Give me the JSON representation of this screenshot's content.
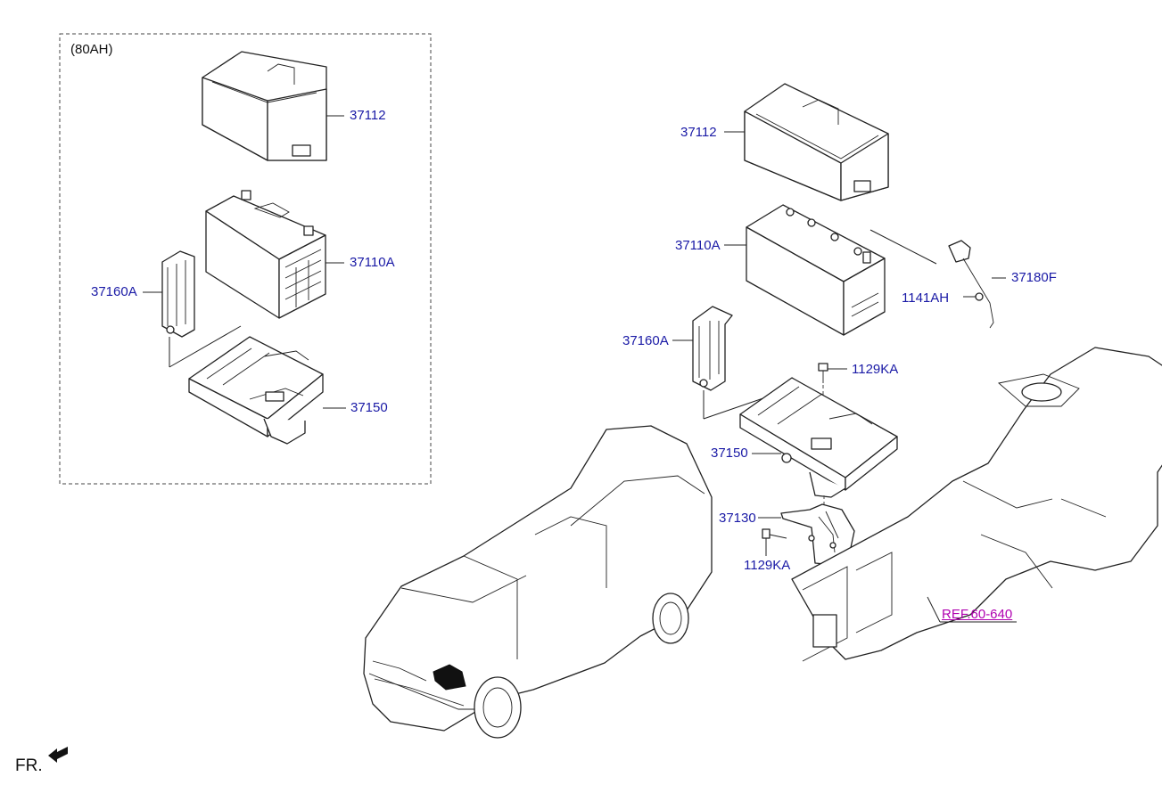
{
  "diagram": {
    "variant_label": "(80AH)",
    "front_indicator": "FR.",
    "callouts_variant": {
      "tray_cover": "37112",
      "battery": "37110A",
      "clamp": "37160A",
      "tray": "37150"
    },
    "callouts_main": {
      "tray_cover": "37112",
      "battery": "37110A",
      "clamp": "37160A",
      "bolt_upper": "1129KA",
      "tray": "37150",
      "bracket": "37130",
      "bolt_lower": "1129KA",
      "sensor": "37180F",
      "sensor_bolt": "1141AH",
      "reference": "REF.60-640"
    }
  }
}
